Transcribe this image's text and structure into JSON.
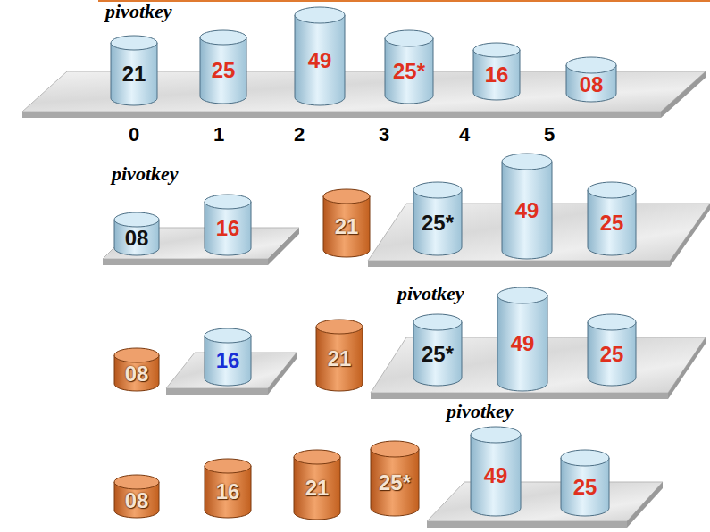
{
  "diagram": {
    "nodes": [
      {
        "text": [
          "21"
        ]
      },
      {
        "text": [
          "25"
        ]
      },
      {
        "text": [
          "49"
        ]
      },
      {
        "text": [
          "25*"
        ]
      },
      {
        "text": [
          "16"
        ]
      },
      {
        "text": [
          "08"
        ]
      },
      {
        "text": [
          "08"
        ]
      },
      {
        "text": [
          "16"
        ]
      },
      {
        "text": [
          "21"
        ]
      },
      {
        "text": [
          "25*"
        ]
      },
      {
        "text": [
          "49"
        ]
      },
      {
        "text": [
          "25"
        ]
      },
      {
        "text": [
          "08"
        ]
      },
      {
        "text": [
          "16"
        ]
      },
      {
        "text": [
          "21"
        ]
      },
      {
        "text": [
          "25*"
        ]
      },
      {
        "text": [
          "49"
        ]
      },
      {
        "text": [
          "25"
        ]
      },
      {
        "text": [
          "08"
        ]
      },
      {
        "text": [
          "16"
        ]
      },
      {
        "text": [
          "21"
        ]
      },
      {
        "text": [
          "25*"
        ]
      },
      {
        "text": [
          "49"
        ]
      },
      {
        "text": [
          "25"
        ]
      }
    ],
    "labels": [
      "pivotkey",
      "0",
      "1",
      "2",
      "3",
      "4",
      "5",
      "pivotkey",
      "pivotkey",
      "pivotkey"
    ]
  }
}
